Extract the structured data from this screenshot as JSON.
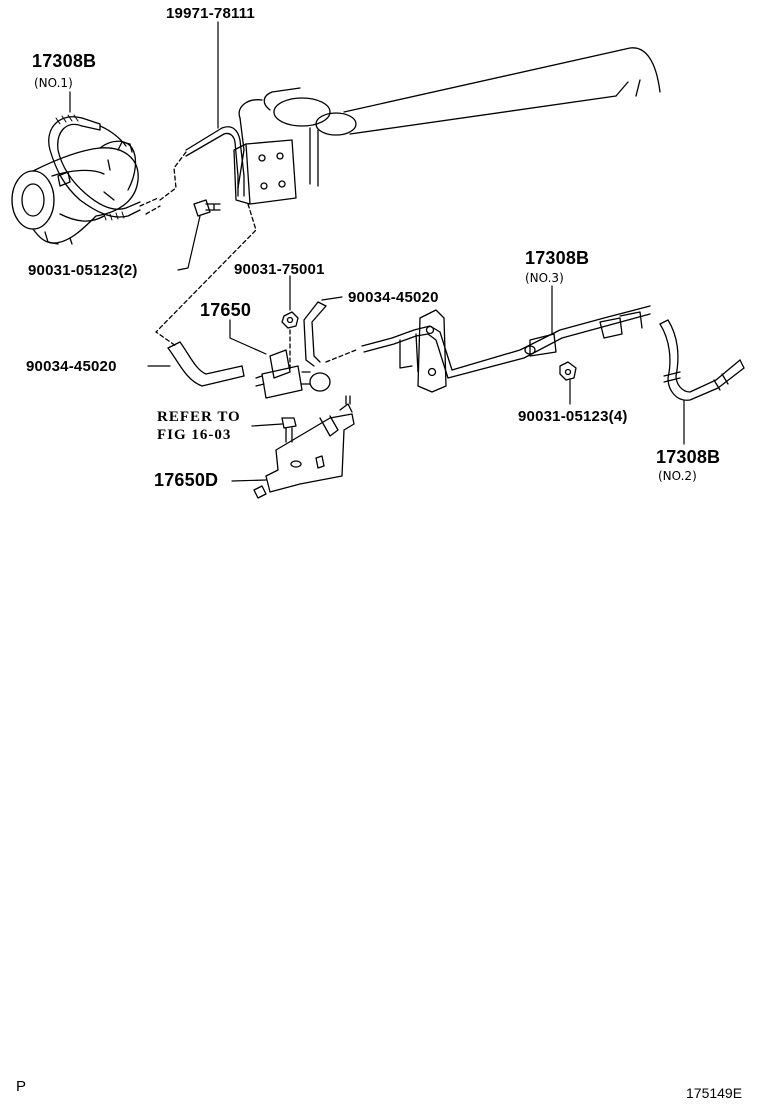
{
  "labels": {
    "hose_no1_part": "17308B",
    "hose_no1_sub": "(NO.1)",
    "hose_part_top": "19971-78111",
    "bolt_2": "90031-05123(2)",
    "nut": "90031-75001",
    "hose_right": "90034-45020",
    "vsv": "17650",
    "hose_left": "90034-45020",
    "refer_line1": "REFER TO",
    "refer_line2": "FIG 16-03",
    "bracket": "17650D",
    "hose_no3_part": "17308B",
    "hose_no3_sub": "(NO.3)",
    "bolt_4": "90031-05123(4)",
    "hose_no2_part": "17308B",
    "hose_no2_sub": "(NO.2)"
  },
  "footer": {
    "left_code": "P",
    "figure_id": "175149E"
  }
}
